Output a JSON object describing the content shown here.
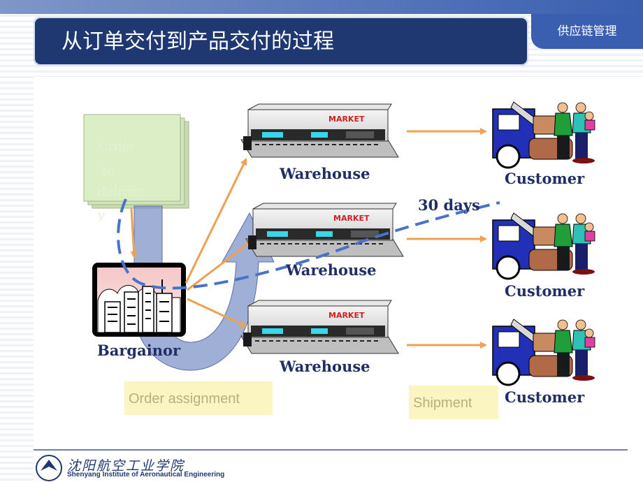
{
  "header": {
    "title": "从订单交付到产品交付的过程",
    "section_label": "供应链管理"
  },
  "nodes": {
    "order": {
      "lines": [
        "Order",
        "to",
        "deliver",
        "y"
      ]
    },
    "bargainor": "Bargainor",
    "warehouses": [
      "Warehouse",
      "Warehouse",
      "Warehouse"
    ],
    "warehouse_sign": "MARKET",
    "customers": [
      "Customer",
      "Customer",
      "Customer"
    ]
  },
  "annotations": {
    "duration": "30 days",
    "order_assignment": "Order assignment",
    "shipment": "Shipment"
  },
  "footer": {
    "institution_cn": "沈阳航空工业学院",
    "institution_en": "Shenyang Institute of Aeronautical Engineering"
  },
  "colors": {
    "title_bar": "#1f3872",
    "label_text": "#1f2f66",
    "arrow": "#f0a050",
    "dashed_line": "#4a72c8",
    "big_arrow": "#7f94c8",
    "tag_background": "#fbf5c2",
    "order_note": "#d8eac0"
  }
}
